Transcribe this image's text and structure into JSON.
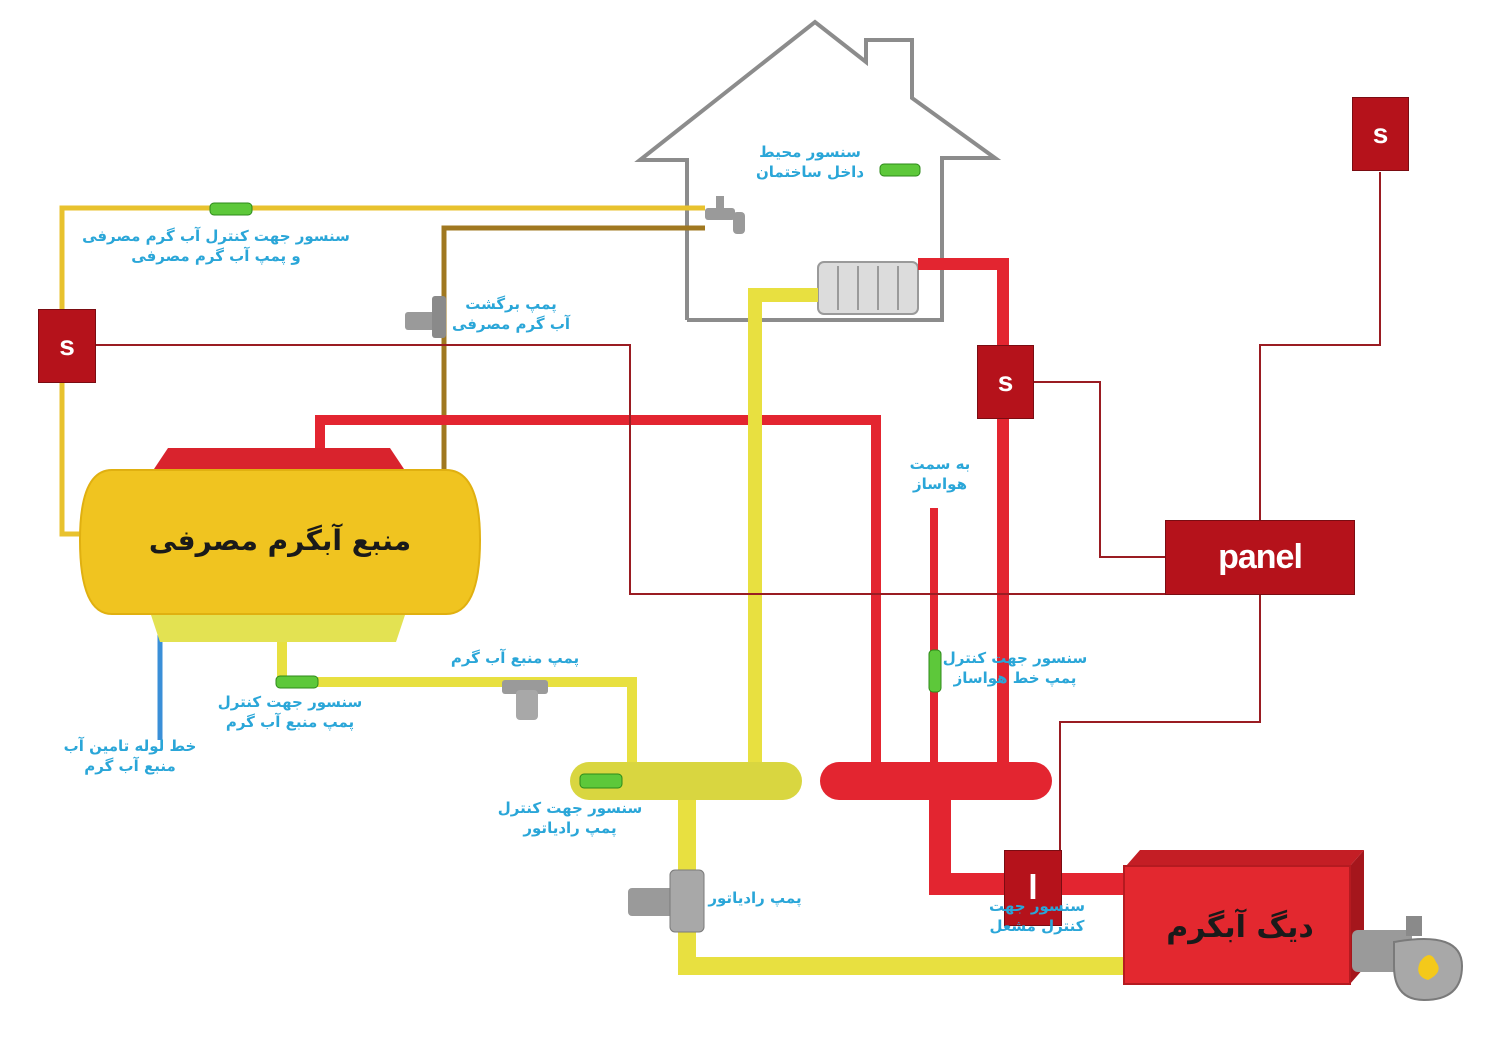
{
  "colors": {
    "hot": "#e32530",
    "supply_yellow": "#e8e040",
    "domestic_yellow": "#e8c22e",
    "return_brown": "#a07820",
    "cold_blue": "#3a8fd8",
    "control_line": "#9a1c22",
    "control_box": "#b5121b",
    "label": "#2aa6d8"
  },
  "tank": {
    "title": "منبع آبگرم مصرفی"
  },
  "boiler": {
    "title": "دیگ آبگرم"
  },
  "control": {
    "panel_label": "panel",
    "sensor_label": "s",
    "boiler_sensor_label": "l"
  },
  "labels": {
    "indoor_sensor_1": "سنسور محیط",
    "indoor_sensor_2": "داخل ساختمان",
    "hot_water_sensor_1": "سنسور جهت کنترل آب گرم مصرفی",
    "hot_water_sensor_2": "و پمپ آب گرم مصرفی",
    "return_pump_1": "پمپ برگشت",
    "return_pump_2": "آب گرم مصرفی",
    "air_handler_1": "به سمت",
    "air_handler_2": "هواساز",
    "air_handler_sensor_1": "سنسور جهت کنترل",
    "air_handler_sensor_2": "پمپ خط هواساز",
    "tank_pump": "پمپ منبع آب گرم",
    "tank_pump_sensor_1": "سنسور جهت کنترل",
    "tank_pump_sensor_2": "پمپ منبع آب گرم",
    "supply_line_1": "خط لوله تامین آب",
    "supply_line_2": "منبع آب گرم",
    "radiator_sensor_1": "سنسور جهت کنترل",
    "radiator_sensor_2": "پمپ رادیاتور",
    "radiator_pump": "پمپ رادیاتور",
    "boiler_sensor_1": "سنسور جهت",
    "boiler_sensor_2": "کنترل مشعل"
  }
}
